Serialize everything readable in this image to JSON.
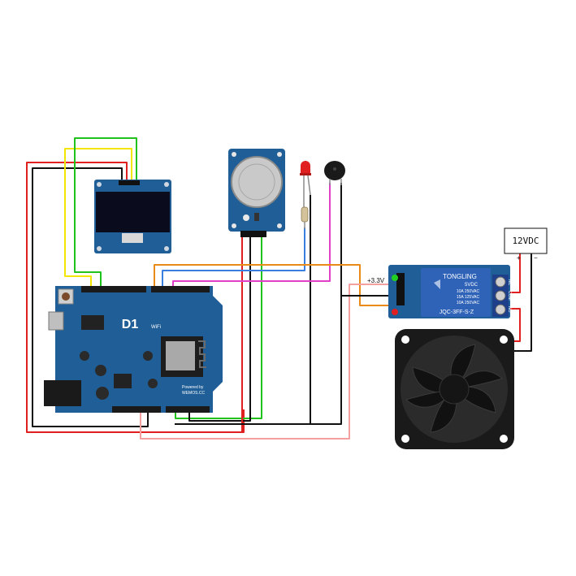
{
  "board": {
    "name": "D1",
    "footer_line1": "Powered by",
    "footer_line2": "WEMOS.CC",
    "wifi_label": "WiFi",
    "color": "#1f5e96",
    "header_color": "#1a1a1a"
  },
  "oled": {
    "screen_color": "#0b0b1e",
    "pcb_color": "#1f5e96"
  },
  "gas_sensor": {
    "pcb_color": "#1f5e96",
    "mesh_color": "#c9c9c9"
  },
  "led": {
    "color": "#e02020"
  },
  "buzzer": {
    "color": "#1a1a1a"
  },
  "relay": {
    "brand": "TONGLING",
    "voltage": "5VDC",
    "rating1": "10A 250VAC",
    "rating2": "15A 125VAC",
    "rating3": "10A 250VAC",
    "model": "JQC-3FF-S-Z",
    "supply_label": "+3.3V",
    "terminal_nc": "NC",
    "terminal_com": "COM",
    "terminal_no": "NO",
    "body_color": "#2f63b8",
    "pcb_color": "#1f5e96"
  },
  "power_supply": {
    "label": "12VDC",
    "plus": "+",
    "minus": "−"
  },
  "fan": {
    "color": "#1a1a1a"
  },
  "wire_colors": {
    "red": "#e0201e",
    "black": "#111111",
    "yellow": "#f2e600",
    "green": "#22c21e",
    "orange": "#e98a16",
    "blue": "#3a7fe0",
    "pink": "#e040c8",
    "salmon": "#f4a0a0"
  }
}
